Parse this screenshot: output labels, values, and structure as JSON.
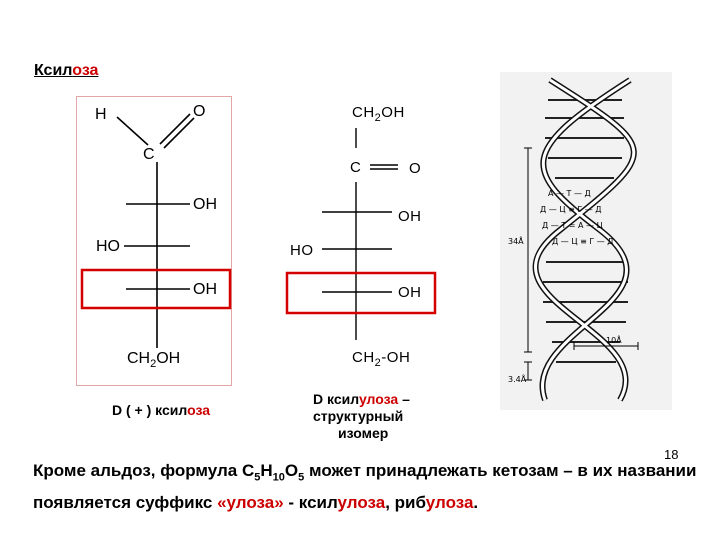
{
  "title": {
    "prefix": "Ксил",
    "suffix": "оза"
  },
  "xylose": {
    "atom_h": "H",
    "atom_o": "O",
    "atom_c": "C",
    "oh_1": "OH",
    "ho_2": "HO",
    "oh_3": "OH",
    "ch2oh": "CH",
    "ch2oh_sub": "2",
    "ch2oh_end": "OH"
  },
  "xylulose": {
    "ch2oh_top": "CH",
    "ch2oh_top_sub": "2",
    "ch2oh_top_end": "OH",
    "atom_c": "C",
    "atom_o": "O",
    "oh_1": "OH",
    "ho_2": "HO",
    "oh_3": "OH",
    "ch2oh_bottom": "CH",
    "ch2oh_bottom_sub": "2",
    "ch2oh_bottom_end": "-OH"
  },
  "caption_left": {
    "prefix": "D ( + ) ксил",
    "suffix": "оза"
  },
  "caption_right": {
    "line1_prefix": "D ксил",
    "line1_suffix": "улоза",
    "line1_end": " –",
    "line2": "структурный",
    "line3": "изомер"
  },
  "slide_number": "18",
  "bottom_text": {
    "part1": "Кроме альдоз, формула С",
    "sub1": "5",
    "part2": "Н",
    "sub2": "10",
    "part3": "О",
    "sub3": "5",
    "part4": " может принадлежать кетозам – в их названии появляется суффикс ",
    "q_open": "«",
    "suffix_word": "улоза",
    "q_close": "»",
    "part5": " - ксил",
    "word1_suffix": "улоза",
    "part6": ", риб",
    "word2_suffix": "улоза",
    "part7": "."
  },
  "colors": {
    "accent_red": "#cc0000",
    "panel_border": "#e3a6a6",
    "highlight_box": "#d40000"
  },
  "dna_image": {
    "description_icon": "dna-double-helix-icon"
  }
}
